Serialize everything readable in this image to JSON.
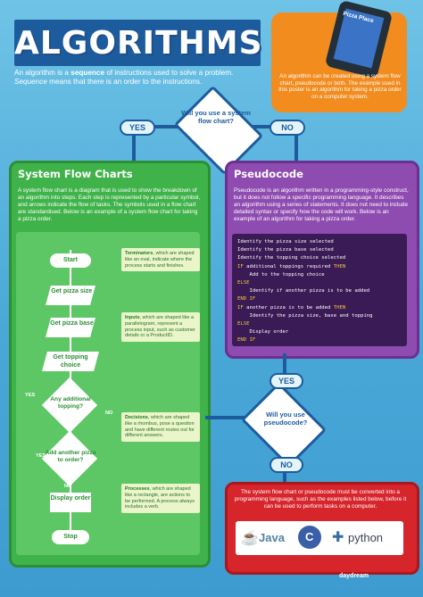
{
  "header": {
    "title": "ALGORITHMS",
    "intro_line1_prefix": "An algorithm is a ",
    "intro_line1_em": "sequence",
    "intro_line1_suffix": " of instructions used to solve a problem.",
    "intro_line2_em": "Sequence",
    "intro_line2_suffix": " means that there is an order to the instructions."
  },
  "orange_box": {
    "phone_label": "Pizza Place",
    "text": "An algorithm can be created using a system flow chart, pseudocode or both. The example used in this poster is an algorithm for taking a pizza order on a computer system."
  },
  "top_question": {
    "text": "Will you use a system flow chart?",
    "yes": "YES",
    "no": "NO"
  },
  "flow_panel": {
    "title": "System Flow Charts",
    "body": "A system flow chart is a diagram that is used to show the breakdown of an algorithm into steps. Each step is represented by a particular symbol, and arrows indicate the flow of tasks. The symbols used in a flow chart are standardised. Below is an example of a system flow chart for taking a pizza order.",
    "steps": {
      "start": "Start",
      "size": "Get pizza size",
      "base": "Get pizza base",
      "topping": "Get topping choice",
      "additional": "Any additional topping?",
      "another": "Add another pizza to order?",
      "display": "Display order",
      "stop": "Stop"
    },
    "branch_labels": {
      "yes_a": "YES",
      "no_a": "NO",
      "yes_b": "YES",
      "no_b": "NO"
    },
    "notes": {
      "terminators_title": "Terminators",
      "terminators_text": ", which are shaped like an oval, indicate where the process starts and finishes.",
      "inputs_title": "Inputs",
      "inputs_text": ", which are shaped like a parallelogram, represent a process input, such as customer details or a ProductID.",
      "decisions_title": "Decisions",
      "decisions_text": ", which are shaped like a rhombus, pose a question and have different routes out for different answers.",
      "processes_title": "Processes",
      "processes_text": ", which are shaped like a rectangle, are actions to be performed. A process always includes a verb."
    }
  },
  "pseudo_panel": {
    "title": "Pseudocode",
    "body": "Pseudocode is an algorithm written in a programming-style construct, but it does not follow a specific programming language. It describes an algorithm using a series of statements. It does not need to include detailed syntax or specify how the code will work. Below is an example of an algorithm for taking a pizza order.",
    "code": [
      {
        "kw": "",
        "text": "Identify the pizza size selected"
      },
      {
        "kw": "",
        "text": "Identify the pizza base selected"
      },
      {
        "kw": "",
        "text": "Identify the topping choice selected"
      },
      {
        "kw": "IF",
        "text": " additional toppings required ",
        "kw2": "THEN"
      },
      {
        "kw": "",
        "text": "    Add to the topping choice"
      },
      {
        "kw": "ELSE",
        "text": ""
      },
      {
        "kw": "",
        "text": "    Identify if another pizza is to be added"
      },
      {
        "kw": "END IF",
        "text": ""
      },
      {
        "kw": "IF",
        "text": " another pizza is to be added ",
        "kw2": "THEN"
      },
      {
        "kw": "",
        "text": "    Identify the pizza size, base and topping"
      },
      {
        "kw": "ELSE",
        "text": ""
      },
      {
        "kw": "",
        "text": "    Display order"
      },
      {
        "kw": "END IF",
        "text": ""
      }
    ]
  },
  "bottom_question": {
    "text": "Will you use pseudocode?",
    "yes": "YES",
    "no": "NO"
  },
  "red_panel": {
    "text": "The system flow chart or pseudocode must be converted into a programming language, such as the examples listed below, before it can be used to perform tasks on a computer.",
    "languages": [
      "Java",
      "C",
      "python"
    ]
  },
  "footer": {
    "brand": "daydream"
  },
  "colors": {
    "navy": "#1c5c9d",
    "green": "#3fb34a",
    "purple": "#8e4bb0",
    "red": "#d7252c",
    "orange": "#f28c1e"
  }
}
